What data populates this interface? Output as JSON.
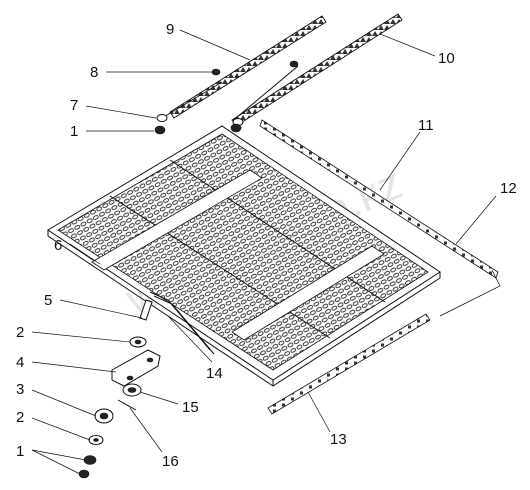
{
  "watermark": "www.kat-too.kz",
  "callouts": [
    "9",
    "10",
    "8",
    "7",
    "1",
    "11",
    "12",
    "6",
    "5",
    "2",
    "4",
    "3",
    "2",
    "1",
    "14",
    "15",
    "16",
    "13"
  ],
  "colors": {
    "ink": "#111111",
    "background": "#ffffff",
    "watermark": "#d0d0d0"
  }
}
